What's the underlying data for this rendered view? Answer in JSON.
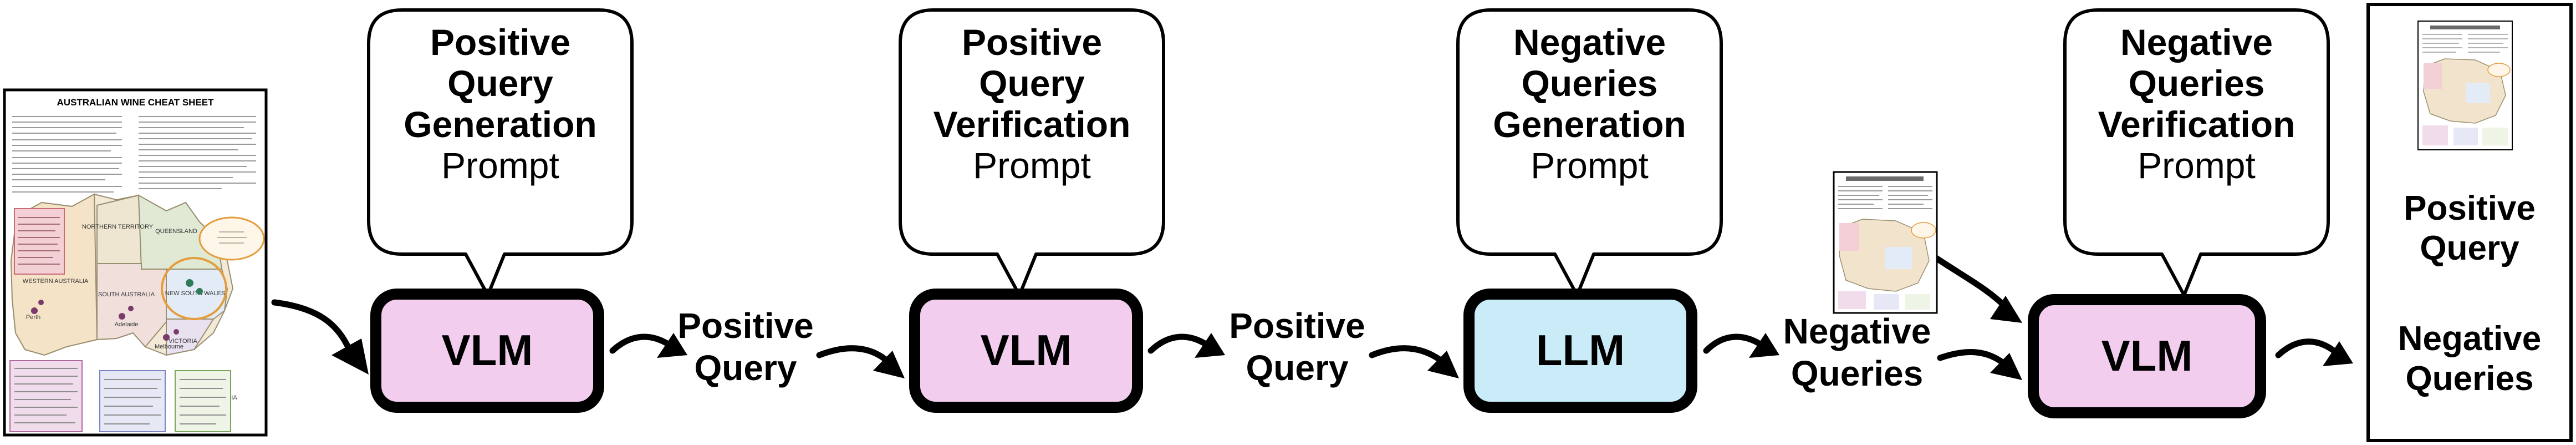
{
  "input_document": {
    "title": "AUSTRALIAN WINE CHEAT SHEET",
    "regions": [
      "WESTERN AUSTRALIA",
      "NORTHERN TERRITORY",
      "QUEENSLAND",
      "SOUTH AUSTRALIA",
      "NEW SOUTH WALES",
      "VICTORIA",
      "TASMANIA"
    ],
    "cities": [
      "Perth",
      "Adelaide",
      "Melbourne"
    ]
  },
  "stages": [
    {
      "prompt_bold": [
        "Positive",
        "Query",
        "Generation"
      ],
      "prompt_plain": "Prompt",
      "model": "VLM",
      "model_color": "#f3cdee",
      "output": [
        "Positive",
        "Query"
      ]
    },
    {
      "prompt_bold": [
        "Positive",
        "Query",
        "Verification"
      ],
      "prompt_plain": "Prompt",
      "model": "VLM",
      "model_color": "#f3cdee",
      "output": [
        "Positive",
        "Query"
      ]
    },
    {
      "prompt_bold": [
        "Negative",
        "Queries",
        "Generation"
      ],
      "prompt_plain": "Prompt",
      "model": "LLM",
      "model_color": "#c9ecf8",
      "output": [
        "Negative",
        "Queries"
      ]
    },
    {
      "prompt_bold": [
        "Negative",
        "Queries",
        "Verification"
      ],
      "prompt_plain": "Prompt",
      "model": "VLM",
      "model_color": "#f3cdee",
      "output": []
    }
  ],
  "final_output": {
    "positive": [
      "Positive",
      "Query"
    ],
    "negative": [
      "Negative",
      "Queries"
    ]
  }
}
